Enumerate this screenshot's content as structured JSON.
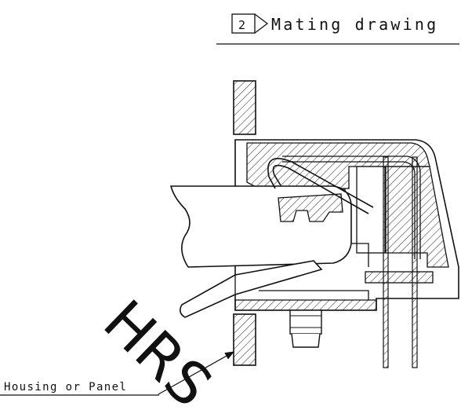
{
  "title": {
    "number": "2",
    "text": "Mating drawing"
  },
  "callout": {
    "label": "Housing or Panel"
  },
  "watermark": {
    "text": "HRS"
  }
}
